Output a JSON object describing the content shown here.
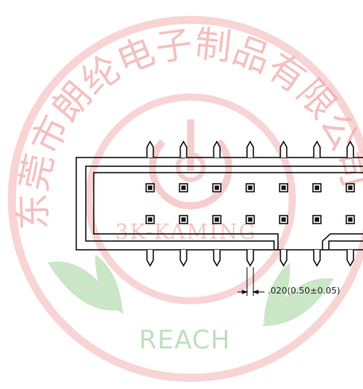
{
  "watermark": {
    "company_text": "东莞市朗纶电子制品有限公司",
    "brand_text": "3K-KAMING",
    "cert_text": "REACH",
    "ring_color": "#f3b1b1",
    "text_color": "#f0a6a6",
    "leaf_color": "#9fd39b",
    "cert_color": "#a9d7a6"
  },
  "drawing": {
    "dimension_label": ".020(0.50±0.05)",
    "line_color": "#111111"
  }
}
